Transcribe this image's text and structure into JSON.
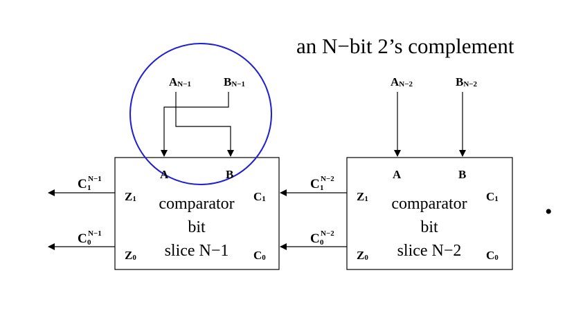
{
  "heading": "an N−bit 2’s complement",
  "stroke_color": "#000000",
  "highlight_color": "#1f1fd6",
  "slices": [
    {
      "input_a": {
        "main": "A",
        "sub": "N−1"
      },
      "input_b": {
        "main": "B",
        "sub": "N−1"
      },
      "port_a": "A",
      "port_b": "B",
      "port_z1": {
        "main": "Z",
        "sub": "1"
      },
      "port_z0": {
        "main": "Z",
        "sub": "0"
      },
      "port_c1": {
        "main": "C",
        "sub": "1"
      },
      "port_c0": {
        "main": "C",
        "sub": "0"
      },
      "label_line1": "comparator",
      "label_line2": "bit",
      "label_line3": "slice N−1",
      "out_c1": {
        "main": "C",
        "sub": "1",
        "sup": "N−1"
      },
      "out_c0": {
        "main": "C",
        "sub": "0",
        "sup": "N−1"
      }
    },
    {
      "input_a": {
        "main": "A",
        "sub": "N−2"
      },
      "input_b": {
        "main": "B",
        "sub": "N−2"
      },
      "port_a": "A",
      "port_b": "B",
      "port_z1": {
        "main": "Z",
        "sub": "1"
      },
      "port_z0": {
        "main": "Z",
        "sub": "0"
      },
      "port_c1": {
        "main": "C",
        "sub": "1"
      },
      "port_c0": {
        "main": "C",
        "sub": "0"
      },
      "label_line1": "comparator",
      "label_line2": "bit",
      "label_line3": "slice N−2",
      "out_c1": {
        "main": "C",
        "sub": "1",
        "sup": "N−2"
      },
      "out_c0": {
        "main": "C",
        "sub": "0",
        "sup": "N−2"
      }
    }
  ],
  "bullet": "•"
}
